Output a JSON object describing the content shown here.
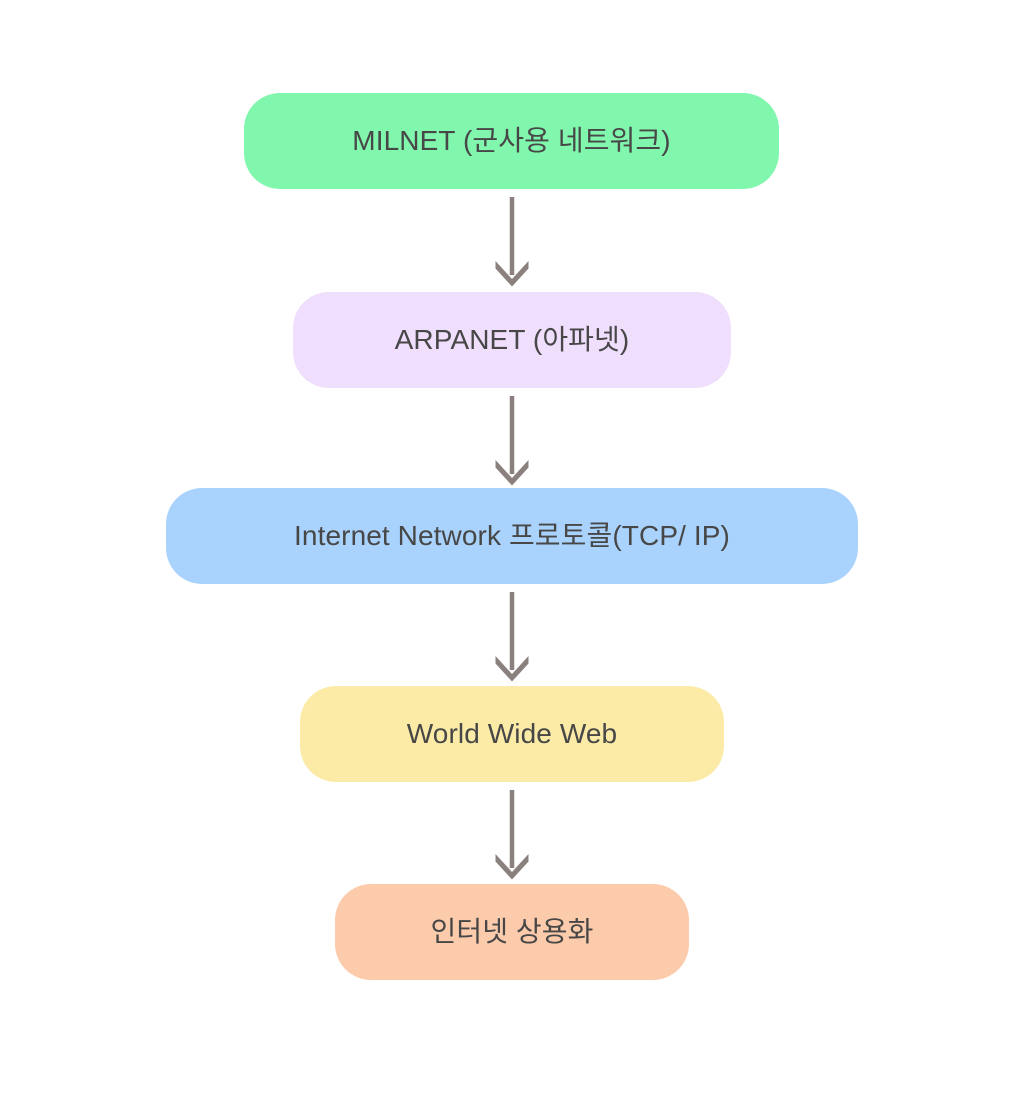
{
  "diagram": {
    "type": "vertical-flowchart",
    "title": "",
    "background_color": "#ffffff",
    "text_color": "#474747",
    "arrow_color": "#8a807e",
    "nodes": [
      {
        "id": "milnet",
        "label": "MILNET (군사용 네트워크)",
        "color": "#80f7ad",
        "color_name": "green",
        "order": 1
      },
      {
        "id": "arpanet",
        "label": "ARPANET (아파넷)",
        "color": "#f0defd",
        "color_name": "lavender",
        "order": 2
      },
      {
        "id": "tcpip",
        "label": "Internet Network 프로토콜(TCP/ IP)",
        "color": "#a9d3fc",
        "color_name": "light-blue",
        "order": 3
      },
      {
        "id": "www",
        "label": "World Wide Web",
        "color": "#fbeba6",
        "color_name": "light-yellow",
        "order": 4
      },
      {
        "id": "commerce",
        "label": "인터넷 상용화",
        "color": "#fccbac",
        "color_name": "peach",
        "order": 5
      }
    ],
    "connectors": [
      {
        "id": "arrow-1",
        "from": "milnet",
        "to": "arpanet",
        "shape": "down-arrow"
      },
      {
        "id": "arrow-2",
        "from": "arpanet",
        "to": "tcpip",
        "shape": "down-arrow"
      },
      {
        "id": "arrow-3",
        "from": "tcpip",
        "to": "www",
        "shape": "down-arrow"
      },
      {
        "id": "arrow-4",
        "from": "www",
        "to": "commerce",
        "shape": "down-arrow"
      }
    ]
  }
}
